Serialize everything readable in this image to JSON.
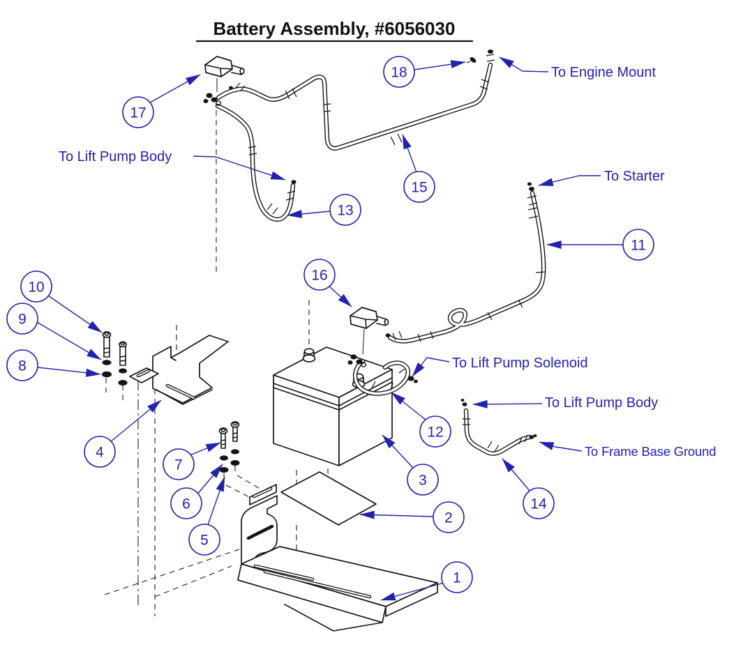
{
  "title": "Battery Assembly, #6056030",
  "colors": {
    "annotation_blue": "#2222aa",
    "line_black": "#141414",
    "background": "#ffffff"
  },
  "labels": {
    "engine_mount": "To Engine Mount",
    "lift_pump_body_left": "To Lift Pump Body",
    "starter": "To Starter",
    "lift_pump_solenoid": "To Lift Pump Solenoid",
    "lift_pump_body_right": "To Lift Pump Body",
    "frame_base_ground": "To Frame Base Ground"
  },
  "callouts": [
    "1",
    "2",
    "3",
    "4",
    "5",
    "6",
    "7",
    "8",
    "9",
    "10",
    "11",
    "12",
    "13",
    "14",
    "15",
    "16",
    "17",
    "18"
  ]
}
